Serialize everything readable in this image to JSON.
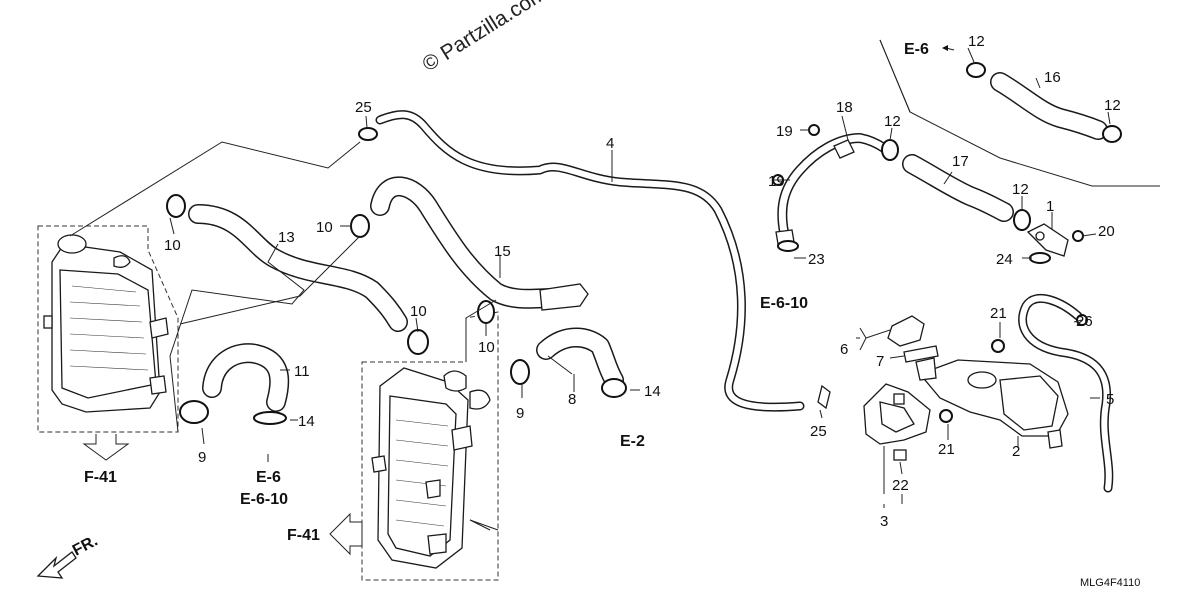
{
  "watermark": "© Partzilla.com",
  "diagram_code": "MLG4F4110",
  "direction_label": "FR.",
  "callouts": {
    "p1": "1",
    "p2": "2",
    "p3": "3",
    "p4": "4",
    "p5": "5",
    "p6": "6",
    "p7": "7",
    "p8": "8",
    "p9a": "9",
    "p9b": "9",
    "p10a": "10",
    "p10b": "10",
    "p10c": "10",
    "p10d": "10",
    "p11": "11",
    "p12a": "12",
    "p12b": "12",
    "p12c": "12",
    "p12d": "12",
    "p13": "13",
    "p14a": "14",
    "p14b": "14",
    "p15": "15",
    "p16": "16",
    "p17": "17",
    "p18": "18",
    "p19a": "19",
    "p19b": "19",
    "p20": "20",
    "p21a": "21",
    "p21b": "21",
    "p22": "22",
    "p23": "23",
    "p24": "24",
    "p25a": "25",
    "p25b": "25",
    "p26": "26"
  },
  "references": {
    "e6_top": "E-6",
    "e6_10_right": "E-6-10",
    "e6_lower": "E-6",
    "e6_10_lower": "E-6-10",
    "e2": "E-2",
    "f41_left": "F-41",
    "f41_center": "F-41"
  }
}
